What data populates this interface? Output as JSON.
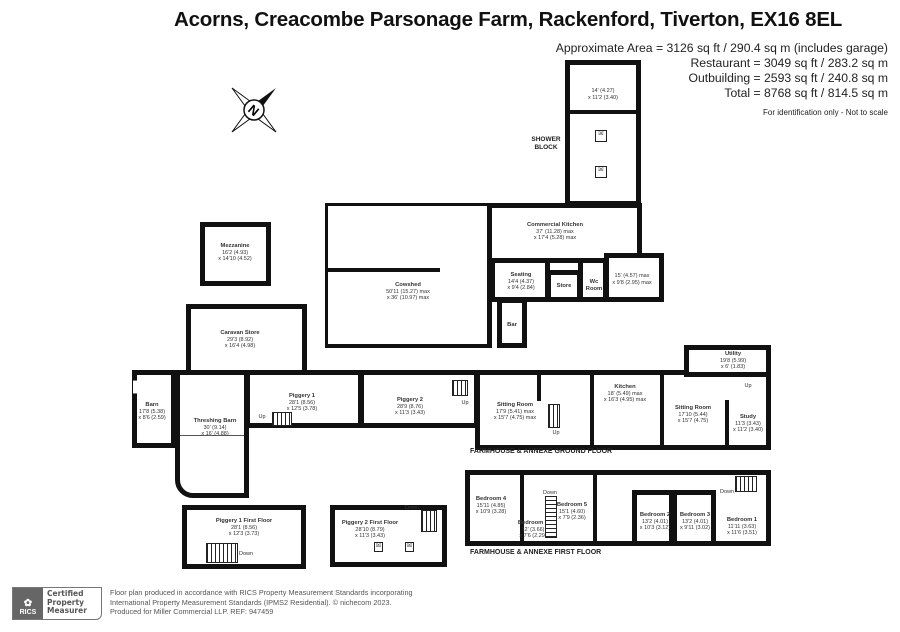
{
  "title": "Acorns, Creacombe Parsonage Farm, Rackenford, Tiverton, EX16 8EL",
  "areas": {
    "approximate": "Approximate Area = 3126 sq ft / 290.4 sq m (includes garage)",
    "restaurant": "Restaurant = 3049 sq ft / 283.2 sq m",
    "outbuilding": "Outbuilding = 2593 sq ft / 240.8 sq m",
    "total": "Total = 8768 sq ft / 814.5 sq m",
    "note": "For identification only - Not to scale"
  },
  "compass": {
    "letter": "N"
  },
  "floor_labels": {
    "shower_block": "SHOWER BLOCK",
    "ground": "FARMHOUSE & ANNEXE GROUND FLOOR",
    "first": "FARMHOUSE & ANNEXE FIRST FLOOR"
  },
  "rooms": {
    "shower": {
      "name": "",
      "dims": "14' (4.27)",
      "dims2": "x 11'2 (3.40)"
    },
    "mezzanine": {
      "name": "Mezzanine",
      "dims": "16'2 (4.93)",
      "dims2": "x 14'10 (4.52)"
    },
    "cowshed": {
      "name": "Cowshed",
      "dims": "50'11 (15.27) max",
      "dims2": "x 36' (10.97) max"
    },
    "kitchen_commercial": {
      "name": "Commercial Kitchen",
      "dims": "37' (11.28) max",
      "dims2": "x 17'4 (5.28) max"
    },
    "seating": {
      "name": "Seating",
      "dims": "14'4 (4.37)",
      "dims2": "x 9'4 (2.84)"
    },
    "store": {
      "name": "Store"
    },
    "wc": {
      "name": "Wc Room"
    },
    "room15": {
      "name": "",
      "dims": "15' (4.57) max",
      "dims2": "x 9'8 (2.95) max"
    },
    "bar": {
      "name": "Bar"
    },
    "caravan": {
      "name": "Caravan Store",
      "dims": "29'3 (8.92)",
      "dims2": "x 16'4 (4.98)"
    },
    "barn": {
      "name": "Barn",
      "dims": "17'8 (5.38)",
      "dims2": "x 8'6 (2.59)"
    },
    "threshing": {
      "name": "Threshing Barn",
      "dims": "30' (9.14)",
      "dims2": "x 16' (4.88)"
    },
    "piggery1": {
      "name": "Piggery 1",
      "dims": "28'1 (8.56)",
      "dims2": "x 12'5 (3.78)"
    },
    "piggery2": {
      "name": "Piggery 2",
      "dims": "28'9 (8.76)",
      "dims2": "x 11'3 (3.43)"
    },
    "sitting1": {
      "name": "Sitting Room",
      "dims": "17'9 (5.41) max",
      "dims2": "x 15'7 (4.75) max"
    },
    "kitchen": {
      "name": "Kitchen",
      "dims": "18' (5.49) max",
      "dims2": "x 16'3 (4.95) max"
    },
    "sitting2": {
      "name": "Sitting Room",
      "dims": "17'10 (5.44)",
      "dims2": "x 15'7 (4.75)"
    },
    "utility": {
      "name": "Utility",
      "dims": "19'8 (5.99)",
      "dims2": "x 6' (1.83)"
    },
    "study": {
      "name": "Study",
      "dims": "11'3 (3.43)",
      "dims2": "x 11'2 (3.40)"
    },
    "bedroom4": {
      "name": "Bedroom 4",
      "dims": "15'11 (4.85)",
      "dims2": "x 10'9 (3.28)"
    },
    "bedroom6": {
      "name": "Bedroom 6",
      "dims": "12' (3.66)",
      "dims2": "x 7'6 (2.29)"
    },
    "bedroom5": {
      "name": "Bedroom 5",
      "dims": "15'1 (4.60)",
      "dims2": "x 7'9 (2.36)"
    },
    "bedroom2": {
      "name": "Bedroom 2",
      "dims": "13'2 (4.01)",
      "dims2": "x 10'3 (3.12)"
    },
    "bedroom3": {
      "name": "Bedroom 3",
      "dims": "13'2 (4.01)",
      "dims2": "x 9'11 (3.02)"
    },
    "bedroom1": {
      "name": "Bedroom 1",
      "dims": "11'11 (3.63)",
      "dims2": "x 11'6 (3.51)"
    },
    "piggery1_ff": {
      "name": "Piggery 1 First Floor",
      "dims": "28'1 (8.56)",
      "dims2": "x 12'3 (3.73)"
    },
    "piggery2_ff": {
      "name": "Piggery 2 First Floor",
      "dims": "28'10 (8.79)",
      "dims2": "x 11'3 (3.43)"
    }
  },
  "stair_labels": {
    "up": "Up",
    "down": "Down"
  },
  "footer": {
    "badge_org": "RICS",
    "badge_line1": "Certified",
    "badge_line2": "Property",
    "badge_line3": "Measurer",
    "line1": "Floor plan produced in accordance with RICS Property Measurement Standards incorporating",
    "line2": "International Property Measurement Standards (IPMS2 Residential).   © nichecom 2023.",
    "line3": "Produced for Miller Commercial LLP.   REF:  947459"
  }
}
